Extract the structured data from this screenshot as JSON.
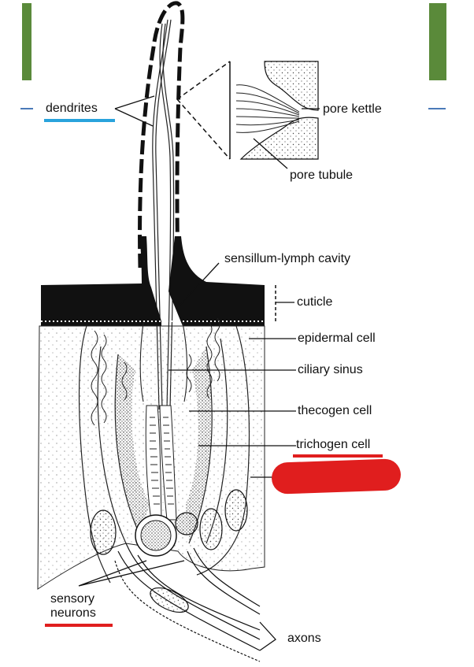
{
  "labels": {
    "dendrites": "dendrites",
    "pore_kettle": "pore kettle",
    "pore_tubule": "pore tubule",
    "sensillum_lymph_cavity": "sensillum-lymph cavity",
    "cuticle": "cuticle",
    "epidermal_cell": "epidermal cell",
    "ciliary_sinus": "ciliary sinus",
    "thecogen_cell": "thecogen cell",
    "trichogen_cell": "trichogen cell",
    "sensory_neurons_line1": "sensory",
    "sensory_neurons_line2": "neurons",
    "axons": "axons"
  },
  "colors": {
    "slide_green": "#5a8a3a",
    "slide_rule": "#4a7ab8",
    "underline_blue": "#29a3dc",
    "underline_red": "#e01e1e",
    "redaction": "#e01e1e",
    "ink": "#111111"
  }
}
